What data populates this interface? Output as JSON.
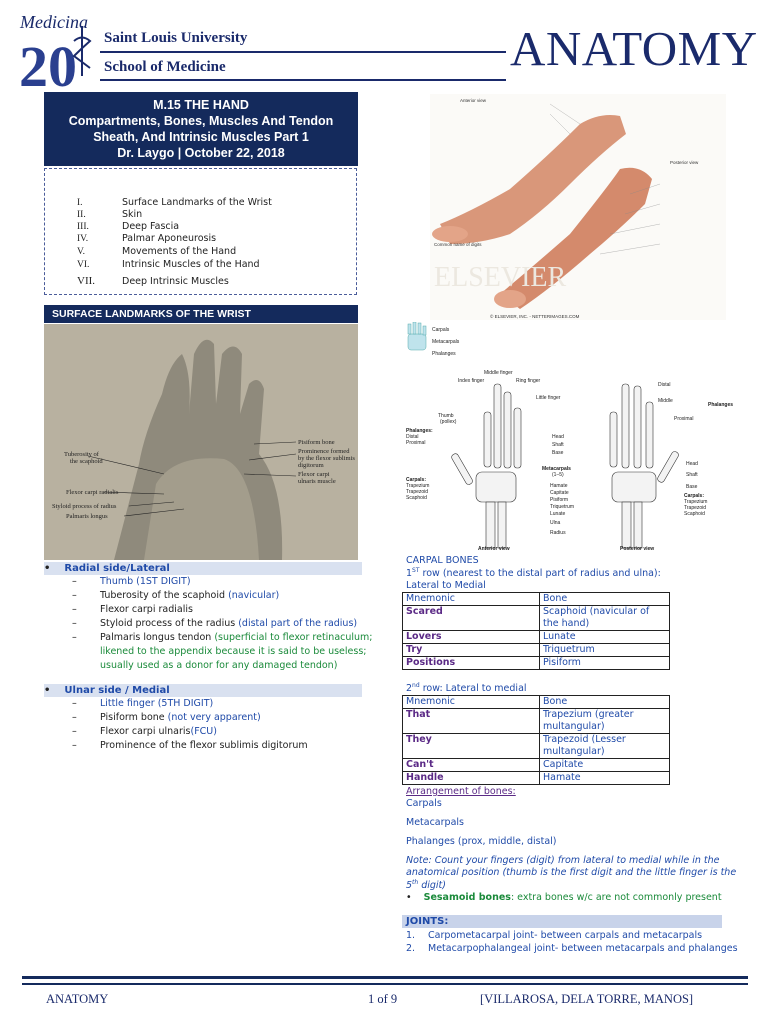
{
  "header": {
    "logo_text": "Medicina 20",
    "university": "Saint Louis University",
    "school": "School of Medicine",
    "subject": "ANATOMY"
  },
  "title_box": {
    "line1": "M.15 THE HAND",
    "line2": "Compartments, Bones, Muscles And Tendon",
    "line3": "Sheath, And Intrinsic Muscles Part 1",
    "line4": "Dr. Laygo | October 22, 2018"
  },
  "outline": [
    {
      "num": "I.",
      "label": "Surface Landmarks of the Wrist"
    },
    {
      "num": "II.",
      "label": "Skin"
    },
    {
      "num": "III.",
      "label": "Deep Fascia"
    },
    {
      "num": "IV.",
      "label": "Palmar Aponeurosis"
    },
    {
      "num": "V.",
      "label": "Movements of the Hand"
    },
    {
      "num": "VI.",
      "label": "Intrinsic Muscles of the Hand"
    },
    {
      "num": "VII.",
      "label": "Deep Intrinsic Muscles"
    }
  ],
  "section1": {
    "title": "SURFACE LANDMARKS OF THE WRIST",
    "fig_labels": [
      "Pisiform bone",
      "Prominence formed",
      "by the flexor sublimis",
      "digitorum",
      "Flexor carpi",
      "ulnaris muscle",
      "Tuberosity of",
      "the scaphoid",
      "Flexor carpi radialis",
      "Styloid process of radius",
      "Palmaris longus"
    ]
  },
  "radial": {
    "head": "Radial side/Lateral",
    "items": [
      {
        "a": "Thumb (1ST DIGIT)",
        "b": ""
      },
      {
        "a": "Tuberosity of the scaphoid ",
        "b": "(navicular)"
      },
      {
        "a": "Flexor carpi radialis",
        "b": ""
      },
      {
        "a": "Styloid process of the radius ",
        "b": "(distal part of the radius)"
      }
    ],
    "palmaris": "Palmaris longus tendon ",
    "palmaris_note1": "(superficial to flexor retinaculum;",
    "palmaris_note2": "likened to the appendix because it is said to be useless;",
    "palmaris_note3": "usually used as a donor for any damaged tendon)"
  },
  "ulnar": {
    "head": "Ulnar side / Medial",
    "items": [
      {
        "a": "Little finger (5TH DIGIT)",
        "b": ""
      },
      {
        "a": "Pisiform bone ",
        "b": " (not very apparent)"
      },
      {
        "a": "Flexor carpi ulnaris",
        "b": "(FCU)"
      },
      {
        "a": "Prominence of the flexor sublimis digitorum",
        "b": ""
      }
    ]
  },
  "arm_figure": {
    "labels": [
      "Anterior view",
      "Posterior view",
      "Common name of digits",
      "ELSEVIER",
      "© ELSEVIER, INC. - NETTERIMAGES.COM"
    ]
  },
  "hand_figure": {
    "legend": [
      "Carpals",
      "Metacarpals",
      "Phalanges"
    ],
    "anterior_label": "Anterior view",
    "posterior_label": "Posterior view",
    "labels_left": [
      "Middle finger",
      "Index finger",
      "Ring finger",
      "Little finger",
      "Thumb",
      "(pollex)",
      "Phalanges:",
      "Distal",
      "Proximal",
      "Metacarpals",
      "(1–5)",
      "Carpals:",
      "Trapezium",
      "Trapezoid",
      "Scaphoid",
      "Hamate",
      "Capitate",
      "Pisiform",
      "Triquetrum",
      "Lunate",
      "Ulna",
      "Radius",
      "Head",
      "Shaft",
      "Base"
    ],
    "labels_right": [
      "Distal",
      "Middle",
      "Proximal",
      "Phalanges",
      "Head",
      "Shaft",
      "Base",
      "Carpals:",
      "Trapezium",
      "Trapezoid",
      "Scaphoid"
    ]
  },
  "carpal": {
    "heading": "CARPAL BONES",
    "row1_prefix": "1",
    "row1_sup": "ST",
    "row1_text": " row (nearest to the distal part of radius and ulna):",
    "row1_dir": "Lateral to Medial",
    "table1": [
      {
        "m": "Mnemonic",
        "b": "Bone"
      },
      {
        "m": "Scared",
        "b": "Scaphoid (navicular of the hand)"
      },
      {
        "m": "Lovers",
        "b": "Lunate"
      },
      {
        "m": "Try",
        "b": "Triquetrum"
      },
      {
        "m": "Positions",
        "b": "Pisiform"
      }
    ],
    "row2_prefix": "2",
    "row2_sup": "nd",
    "row2_text": " row: Lateral to medial",
    "table2": [
      {
        "m": "Mnemonic",
        "b": "Bone"
      },
      {
        "m": "That",
        "b": "Trapezium (greater multangular)"
      },
      {
        "m": "They",
        "b": "Trapezoid (Lesser multangular)"
      },
      {
        "m": "Can't",
        "b": "Capitate"
      },
      {
        "m": "Handle",
        "b": "Hamate"
      }
    ],
    "arrangement": "Arrangement of bones:",
    "carpals": "Carpals",
    "metacarpals": "Metacarpals",
    "phalanges": "Phalanges (prox, middle, distal)",
    "note1": "Note: Count your fingers (digit) from lateral to medial while in the",
    "note2": "anatomical position (thumb is the first digit and the little finger is the",
    "note3a": "5",
    "note3sup": "th",
    "note3b": " digit)",
    "sesamoid_label": "Sesamoid bones",
    "sesamoid_text": ": extra bones w/c are not commonly present"
  },
  "joints": {
    "title": "JOINTS:",
    "items": [
      {
        "n": "1.",
        "t": "Carpometacarpal joint- between carpals and metacarpals"
      },
      {
        "n": "2.",
        "t": "Metacarpophalangeal joint- between metacarpals and phalanges"
      }
    ]
  },
  "footer": {
    "left": "ANATOMY",
    "page": "1 of 9",
    "authors": "[VILLAROSA, DELA TORRE, MANOS]"
  }
}
